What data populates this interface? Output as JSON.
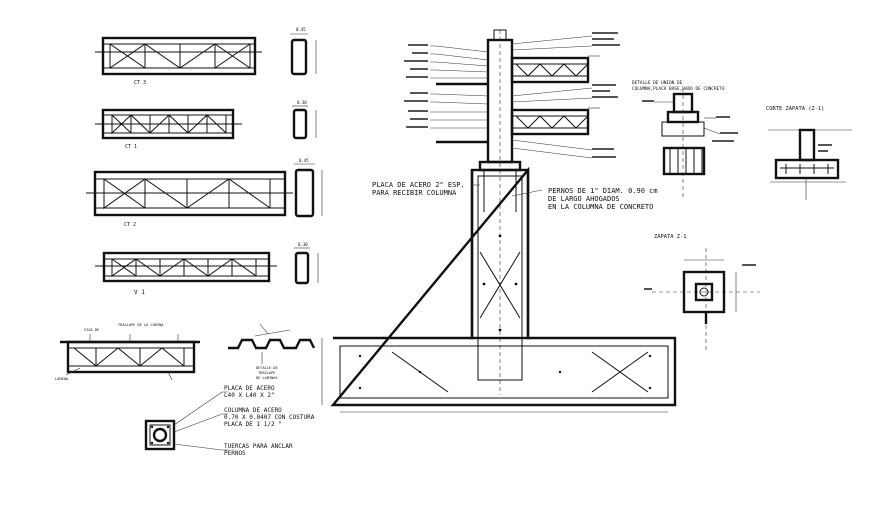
{
  "beams": [
    {
      "label": "CT 3"
    },
    {
      "label": "CT 1"
    },
    {
      "label": "CT 2"
    },
    {
      "label": "V 1"
    }
  ],
  "section_dims": [
    "0.45",
    "0.30",
    "0.45",
    "0.30"
  ],
  "main_annotations": {
    "plate_line1": "PLACA DE ACERO 2\" ESP.",
    "plate_line2": "PARA RECIBIR COLUMNA",
    "bolts_line1": "PERNOS DE 1\" DIAM. 0.90 cm",
    "bolts_line2": "DE LARGO AHOGADOS",
    "bolts_line3": "EN LA COLUMNA DE CONCRETO"
  },
  "column_detail": {
    "plate_line1": "PLACA DE ACERO",
    "plate_line2": "L40 X L40 X 2\"",
    "column_line1": "COLUMNA DE ACERO",
    "column_line2": "0.70  X  0.0407  CON COSTURA",
    "column_line3": "PLACA DE 1 1/2 \"",
    "nuts_line1": "TUERCAS PARA ANCLAR",
    "nuts_line2": "PERNOS"
  },
  "footing_labels": {
    "zapata": "ZAPATA Z-1",
    "corte": "CORTE ZAPATA (Z-1)",
    "detalle_line1": "DETALLE DE UNION DE",
    "detalle_line2": "COLUMNA,PLACA BASE,DADO DE CONCRETO"
  },
  "small_details": {
    "lamina_top": "VIGA DE",
    "lamina_overlap": "TRASLAPE DE LA LAMINA",
    "lamina_side": "LAMINA",
    "detalle_traslape_1": "DETALLE DE",
    "detalle_traslape_2": "TRASLAPE",
    "detalle_traslape_3": "DE LAMINAS"
  }
}
